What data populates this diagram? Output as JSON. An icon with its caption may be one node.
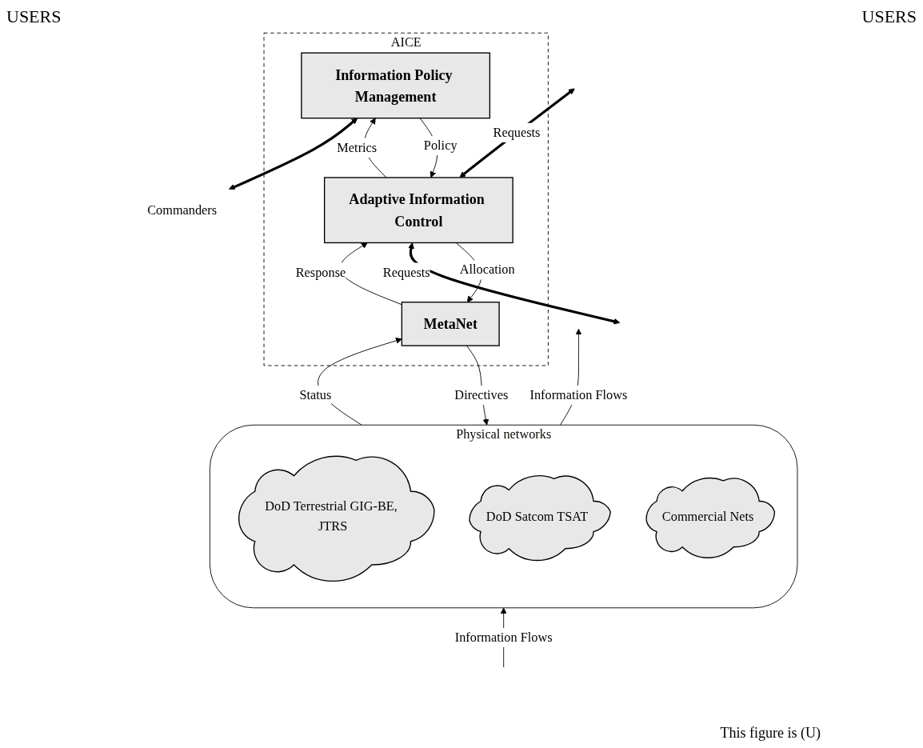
{
  "diagram": {
    "nodes": [
      {
        "text": [
          "AICE"
        ]
      },
      {
        "text": [
          "Information Policy Management"
        ],
        "in": 0
      },
      {
        "text": [
          "Adaptive Information Control"
        ],
        "in": 0
      },
      {
        "text": [
          "MetaNet"
        ],
        "in": 0
      },
      {
        "text": [
          "Commanders"
        ]
      },
      {
        "text": [
          "Physical networks"
        ]
      },
      {
        "text": [
          "DoD Terrestrial GIG-BE, JTRS"
        ],
        "in": 5
      },
      {
        "text": [
          "DoD Satcom TSAT"
        ],
        "in": 5
      },
      {
        "text": [
          "Commercial Nets"
        ],
        "in": 5
      }
    ],
    "edges": [
      {
        "from": 4,
        "to": 1,
        "arrow": "both",
        "style": "thick"
      },
      {
        "from": 1,
        "to": 2,
        "arrow": "to",
        "label": "Policy"
      },
      {
        "from": 2,
        "to": 1,
        "arrow": "to",
        "label": "Metrics"
      },
      {
        "from": 2,
        "to": 3,
        "arrow": "to",
        "label": "Allocation"
      },
      {
        "from": 3,
        "to": 2,
        "arrow": "to",
        "label": "Response"
      },
      {
        "from": 3,
        "to": 5,
        "arrow": "to",
        "label": "Directives"
      },
      {
        "from": 5,
        "to": 3,
        "arrow": "to",
        "label": "Status"
      },
      {
        "from": null,
        "to": 2,
        "arrow": "both",
        "label": "Requests",
        "style": "thick"
      },
      {
        "from": 2,
        "to": null,
        "arrow": "both",
        "label": "Requests",
        "style": "thick"
      },
      {
        "from": null,
        "to": 5,
        "arrow": "to",
        "label": "Information Flows"
      },
      {
        "from": 5,
        "to": null,
        "arrow": "to",
        "label": "Information Flows"
      }
    ],
    "labels": [
      "USERS",
      "USERS",
      "This figure is (U)"
    ]
  }
}
